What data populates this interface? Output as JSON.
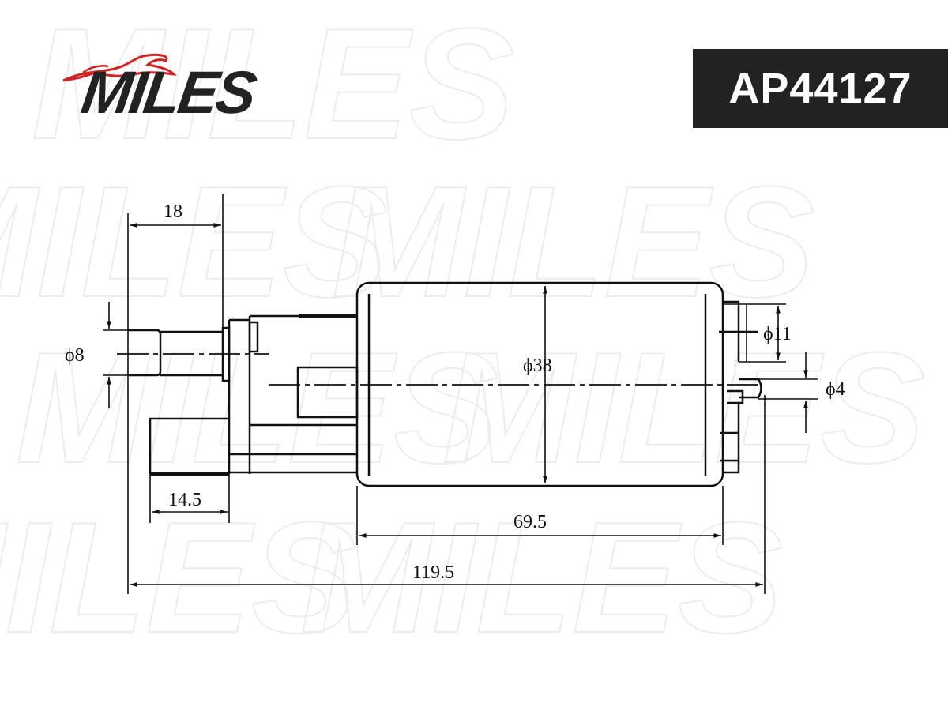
{
  "brand": {
    "name": "MILES",
    "logo_color": "#d42020",
    "text_color": "#222222"
  },
  "part_number": "AP44127",
  "watermark": "MILES",
  "dimensions": {
    "flange_length": "18",
    "inlet_diameter": "ϕ8",
    "body_diameter": "ϕ38",
    "outlet_diameter_outer": "ϕ11",
    "outlet_diameter_inner": "ϕ4",
    "connector_length": "14.5",
    "body_length": "69.5",
    "total_length": "119.5"
  }
}
